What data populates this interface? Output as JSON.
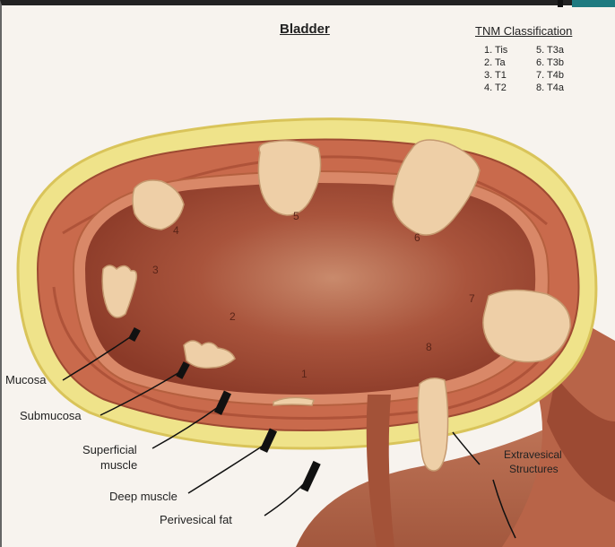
{
  "title": "Bladder",
  "tnm": {
    "heading": "TNM Classification",
    "items": [
      {
        "label": "1. Tis"
      },
      {
        "label": "5. T3a"
      },
      {
        "label": "2. Ta"
      },
      {
        "label": "6. T3b"
      },
      {
        "label": "3. T1"
      },
      {
        "label": "7. T4b"
      },
      {
        "label": "4. T2"
      },
      {
        "label": "8. T4a"
      }
    ]
  },
  "layer_labels": {
    "mucosa": "Mucosa",
    "submucosa": "Submucosa",
    "superficial_muscle_line1": "Superficial",
    "superficial_muscle_line2": "muscle",
    "deep_muscle": "Deep muscle",
    "perivesical_fat": "Perivesical fat",
    "extravesical_line1": "Extravesical",
    "extravesical_line2": "Structures"
  },
  "tumor_numbers": [
    "1",
    "2",
    "3",
    "4",
    "5",
    "6",
    "7",
    "8"
  ],
  "colors": {
    "fat": "#efe38a",
    "muscle": "#c96a4c",
    "lumen": "#a8523c",
    "tumor": "#eecfa7"
  }
}
